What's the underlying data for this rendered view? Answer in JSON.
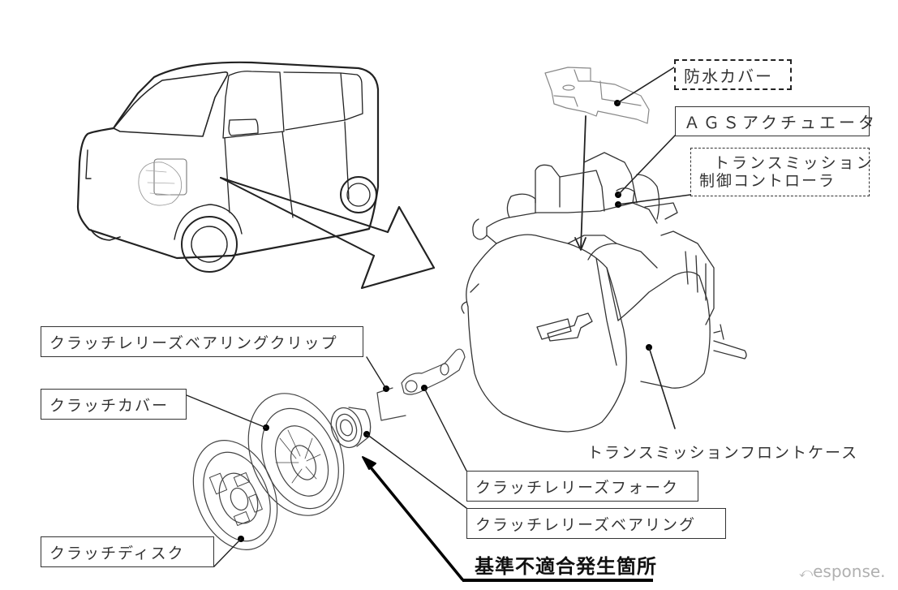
{
  "labels": {
    "waterproof_cover": "防水カバー",
    "ags_actuator": "ＡＧＳアクチュエータ",
    "tcu_line1": "トランスミッション",
    "tcu_line2": "制御コントローラ",
    "transmission_front_case": "トランスミッションフロントケース",
    "release_bearing_clip": "クラッチレリーズベアリングクリップ",
    "clutch_cover": "クラッチカバー",
    "clutch_disc": "クラッチディスク",
    "release_fork": "クラッチレリーズフォーク",
    "release_bearing": "クラッチレリーズベアリング",
    "defect_location": "基準不適合発生箇所"
  },
  "watermark": {
    "text": "esponse.",
    "icon": "response-logo-arrow-icon"
  },
  "colors": {
    "line": "#222222",
    "background": "#ffffff",
    "watermark": "#b0b0b0"
  }
}
